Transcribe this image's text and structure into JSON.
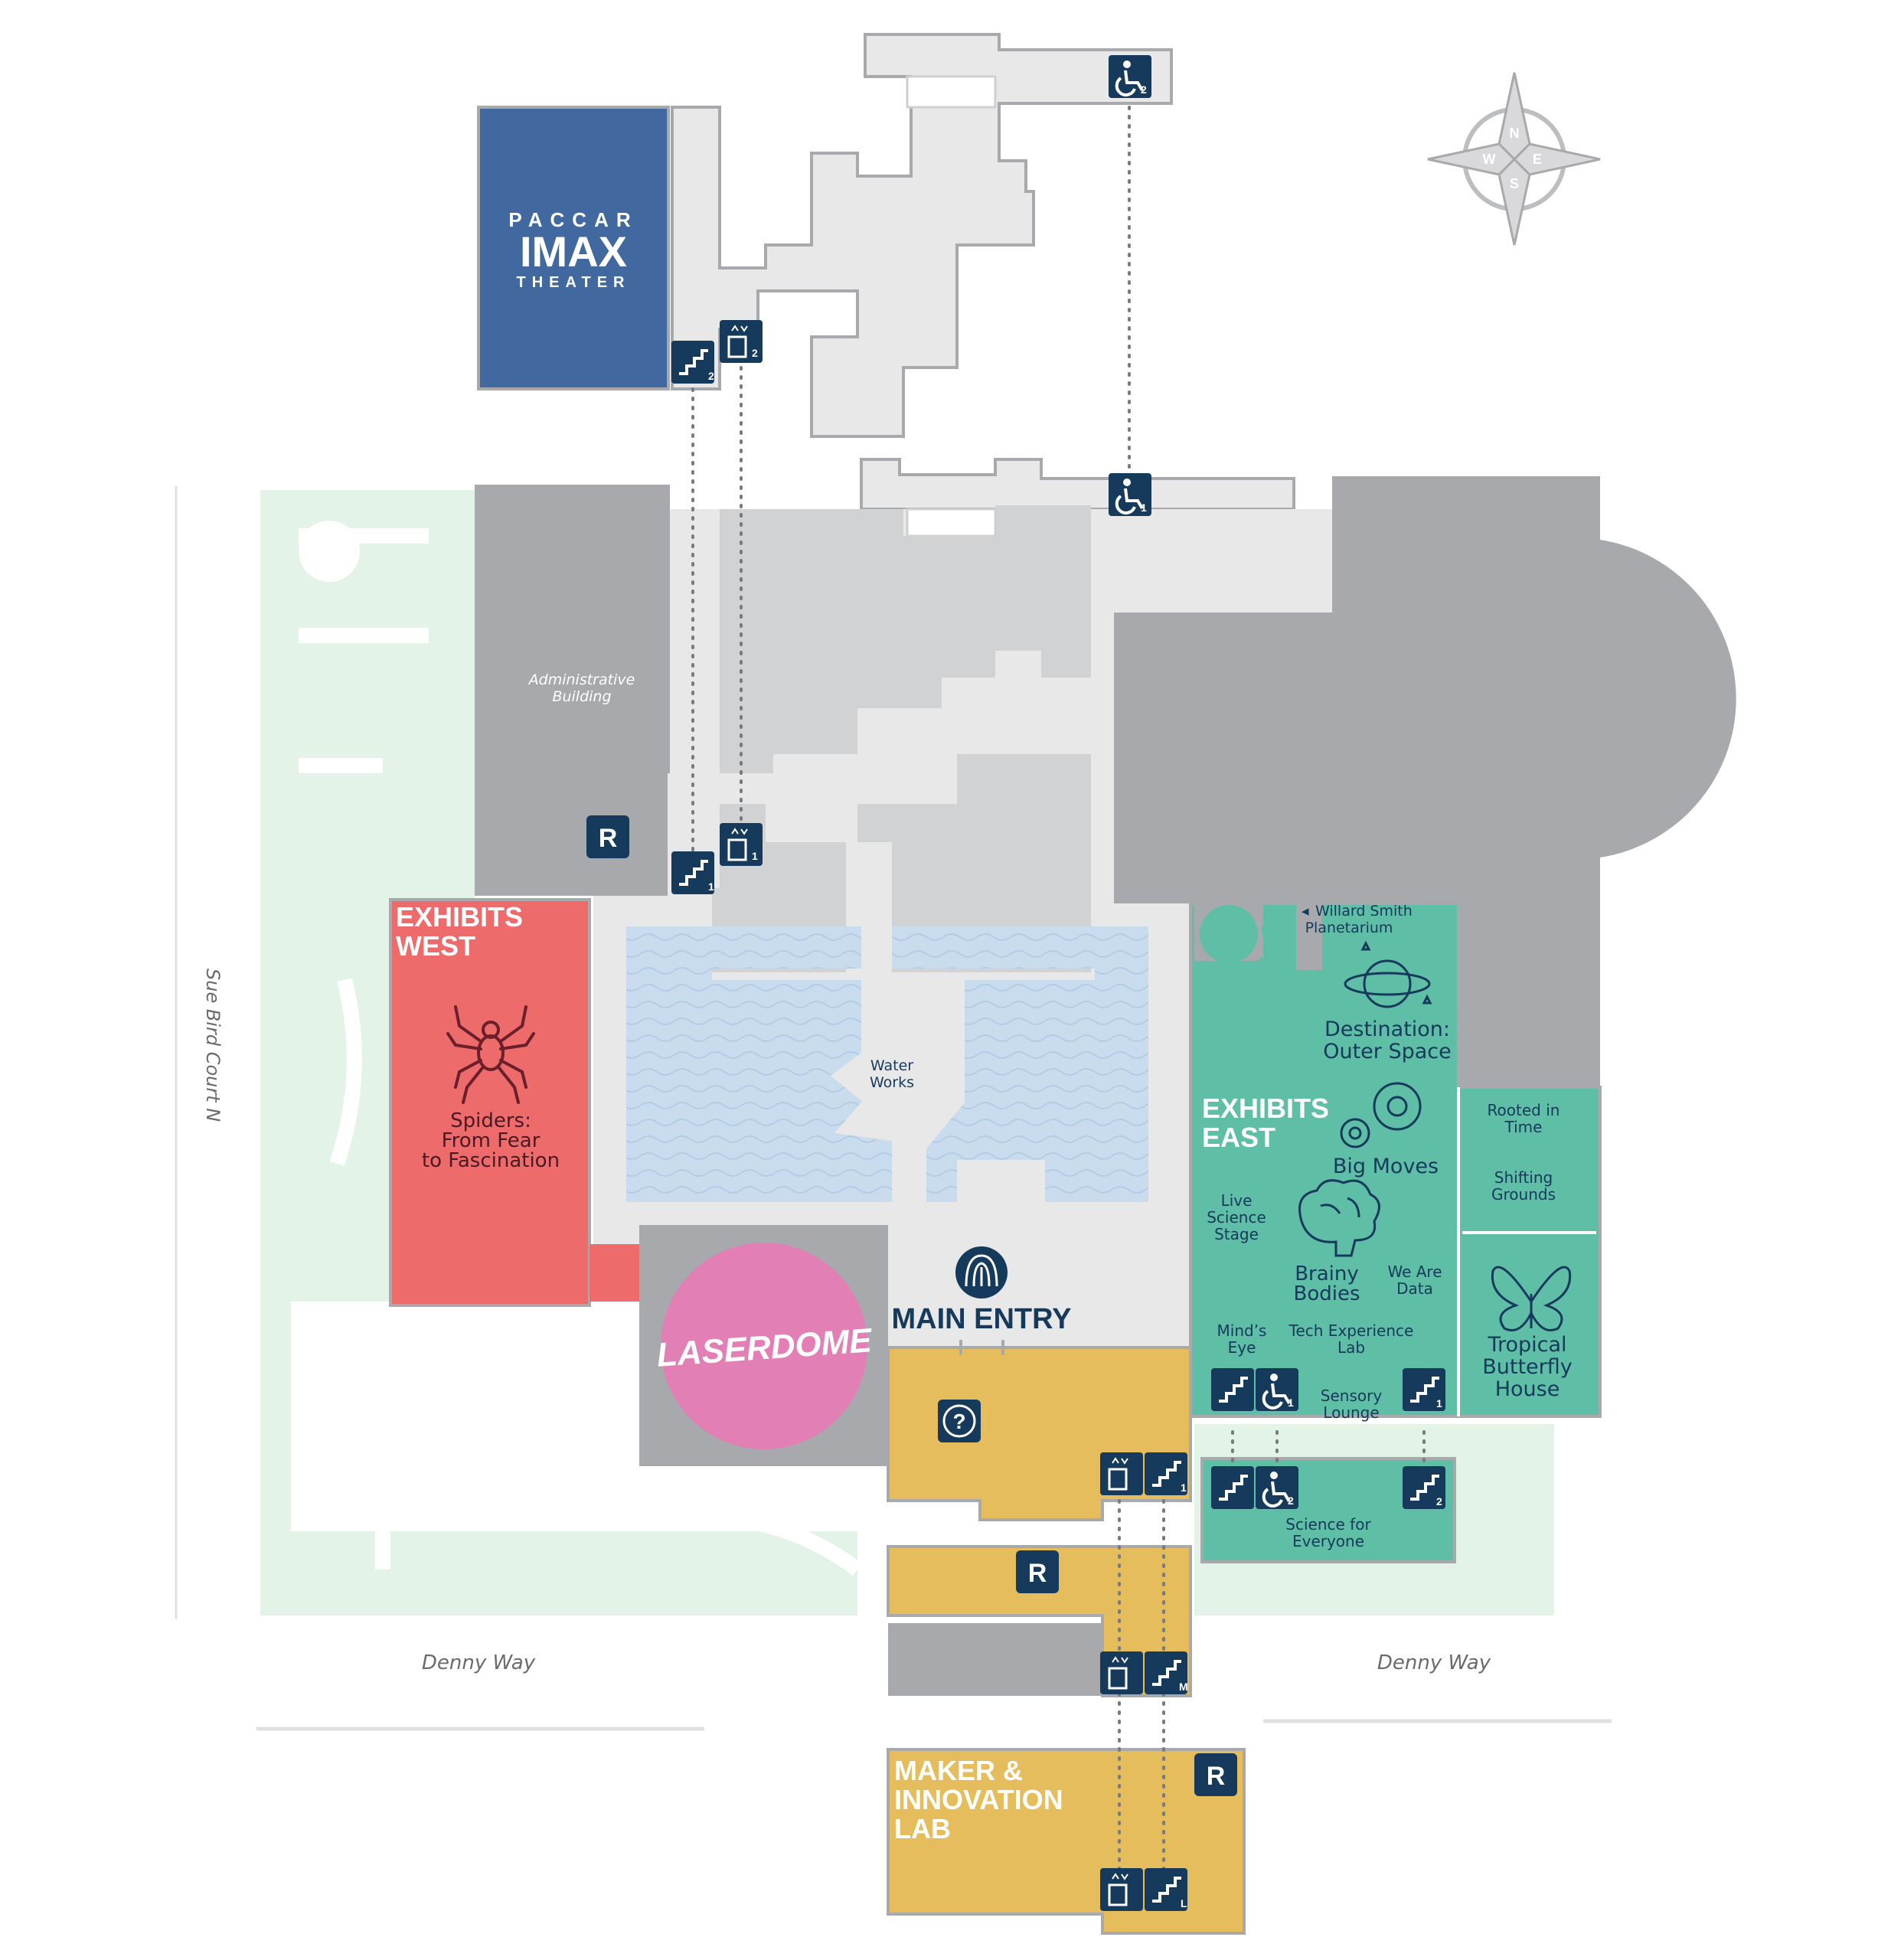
{
  "imax": {
    "line1": "PACCAR",
    "line2": "IMAX",
    "line3": "THEATER"
  },
  "compass": {
    "n": "N",
    "e": "E",
    "s": "S",
    "w": "W"
  },
  "labels": {
    "admin_line1": "Administrative",
    "admin_line2": "Building",
    "water_line1": "Water",
    "water_line2": "Works",
    "street_west": "Sue Bird Court N",
    "street_south_west": "Denny Way",
    "street_south_east": "Denny Way",
    "laserdome": "LASERDOME",
    "main_entry": "MAIN ENTRY"
  },
  "exhibits_west": {
    "title_line1": "EXHIBITS",
    "title_line2": "WEST",
    "spiders_line1": "Spiders:",
    "spiders_line2": "From Fear",
    "spiders_line3": "to Fascination"
  },
  "exhibits_east": {
    "title_line1": "EXHIBITS",
    "title_line2": "EAST",
    "planetarium_line1": "Willard Smith",
    "planetarium_line2": "Planetarium",
    "space_line1": "Destination:",
    "space_line2": "Outer Space",
    "big_moves": "Big Moves",
    "live_line1": "Live",
    "live_line2": "Science",
    "live_line3": "Stage",
    "brainy_line1": "Brainy",
    "brainy_line2": "Bodies",
    "data_line1": "We Are",
    "data_line2": "Data",
    "minds_line1": "Mind’s",
    "minds_line2": "Eye",
    "tech_line1": "Tech Experience",
    "tech_line2": "Lab",
    "sensory_line1": "Sensory",
    "sensory_line2": "Lounge",
    "rooted_line1": "Rooted in",
    "rooted_line2": "Time",
    "shifting_line1": "Shifting",
    "shifting_line2": "Grounds",
    "butterfly_line1": "Tropical",
    "butterfly_line2": "Butterfly",
    "butterfly_line3": "House",
    "science_line1": "Science for",
    "science_line2": "Everyone"
  },
  "maker_lab": {
    "line1": "MAKER &",
    "line2": "INNOVATION",
    "line3": "LAB"
  },
  "icons": {
    "restroom_letter": "R",
    "info_glyph": "?",
    "level_2": "2",
    "level_1": "1",
    "level_m": "M",
    "level_l": "L"
  },
  "colors": {
    "imax_blue": "#4169a0",
    "exhibits_west_red": "#ee6b6b",
    "exhibits_east_teal": "#5ebea6",
    "maker_yellow": "#e6bd5c",
    "laserdome_pink": "#e27fb4",
    "navy_icon": "#163a5c",
    "building_gray": "#a8a9ac",
    "corridor_light": "#e8e8e9",
    "water_blue": "#c9dcee",
    "green_space": "#e3f3e8"
  }
}
